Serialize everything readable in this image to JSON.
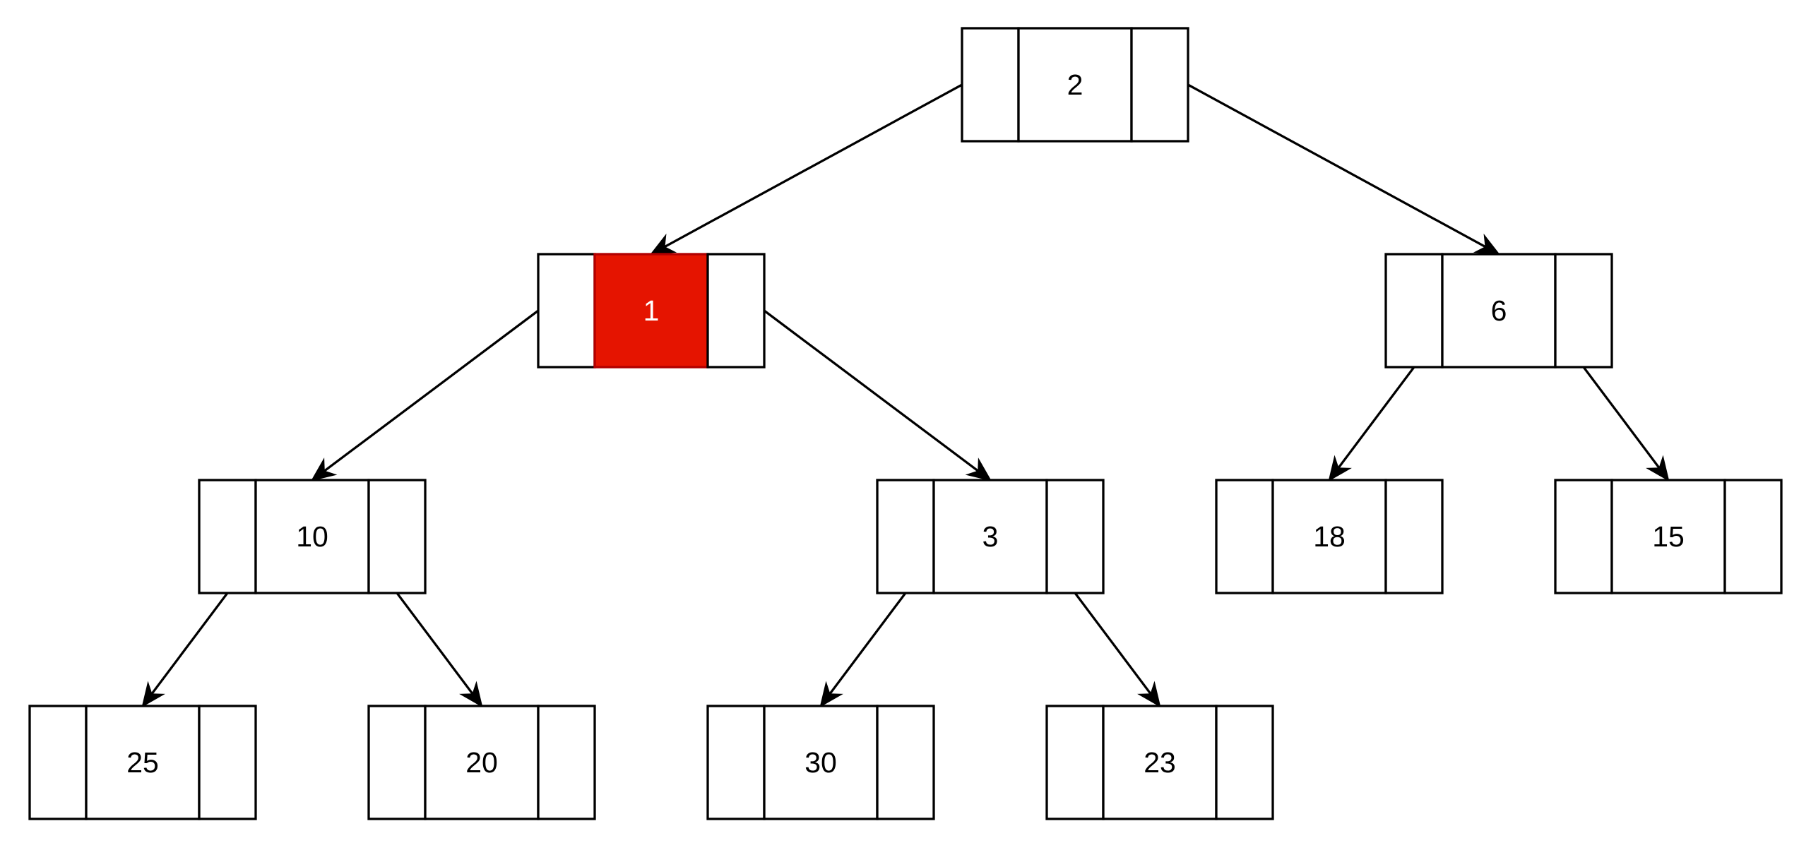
{
  "diagram": {
    "type": "binary-tree",
    "node_style": "three-cell node: left pointer | value | right pointer",
    "colors": {
      "background": "#ffffff",
      "stroke": "#000000",
      "text": "#000000",
      "highlight_fill": "#e51400",
      "highlight_text": "#ffffff"
    },
    "nodes": [
      {
        "id": "n2",
        "value": "2",
        "highlighted": false
      },
      {
        "id": "n1",
        "value": "1",
        "highlighted": true
      },
      {
        "id": "n6",
        "value": "6",
        "highlighted": false
      },
      {
        "id": "n10",
        "value": "10",
        "highlighted": false
      },
      {
        "id": "n3",
        "value": "3",
        "highlighted": false
      },
      {
        "id": "n18",
        "value": "18",
        "highlighted": false
      },
      {
        "id": "n15",
        "value": "15",
        "highlighted": false
      },
      {
        "id": "n25",
        "value": "25",
        "highlighted": false
      },
      {
        "id": "n20",
        "value": "20",
        "highlighted": false
      },
      {
        "id": "n30",
        "value": "30",
        "highlighted": false
      },
      {
        "id": "n23",
        "value": "23",
        "highlighted": false
      }
    ],
    "edges": [
      {
        "from": "n2",
        "to": "n1",
        "side": "left"
      },
      {
        "from": "n2",
        "to": "n6",
        "side": "right"
      },
      {
        "from": "n1",
        "to": "n10",
        "side": "left"
      },
      {
        "from": "n1",
        "to": "n3",
        "side": "right"
      },
      {
        "from": "n6",
        "to": "n18",
        "side": "left"
      },
      {
        "from": "n6",
        "to": "n15",
        "side": "right"
      },
      {
        "from": "n10",
        "to": "n25",
        "side": "left"
      },
      {
        "from": "n10",
        "to": "n20",
        "side": "right"
      },
      {
        "from": "n3",
        "to": "n30",
        "side": "left"
      },
      {
        "from": "n3",
        "to": "n23",
        "side": "right"
      }
    ]
  }
}
